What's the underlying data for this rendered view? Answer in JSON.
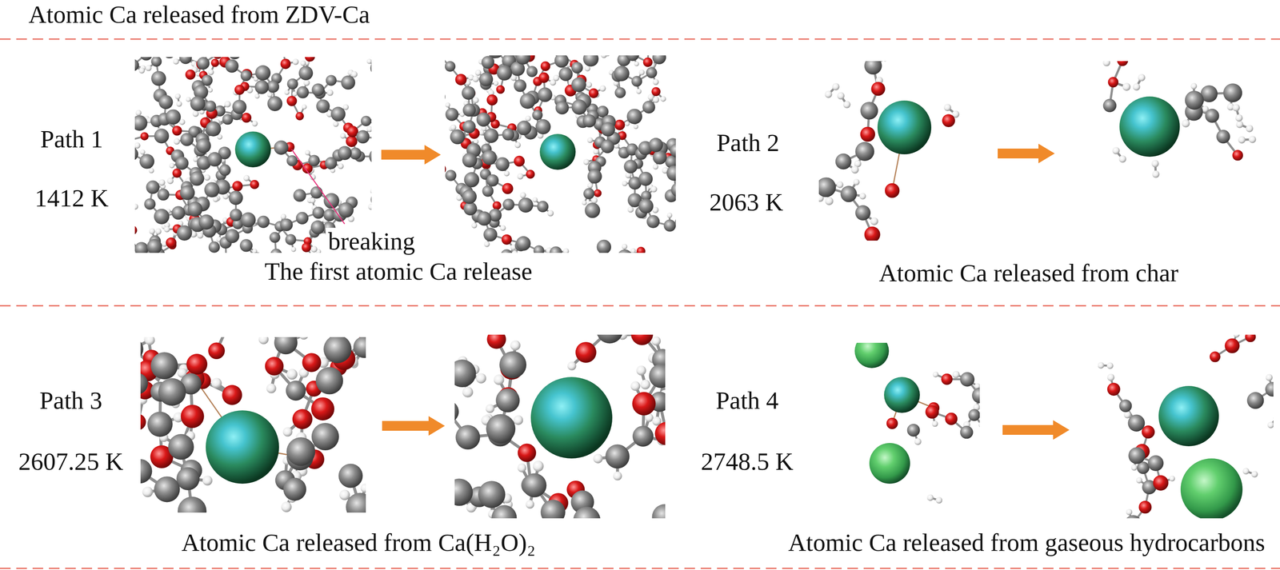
{
  "diagram": {
    "title": "Atomic Ca released from ZDV-Ca",
    "labels": [
      "Path 1",
      "1412 K",
      "breaking",
      "The first atomic Ca release",
      "Path 2",
      "2063 K",
      "Atomic Ca released from char",
      "Path 3",
      "2607.25 K",
      "Atomic Ca released from Ca(H₂O)₂",
      "Path 4",
      "2748.5 K",
      "Atomic Ca released from gaseous hydrocarbons"
    ]
  }
}
